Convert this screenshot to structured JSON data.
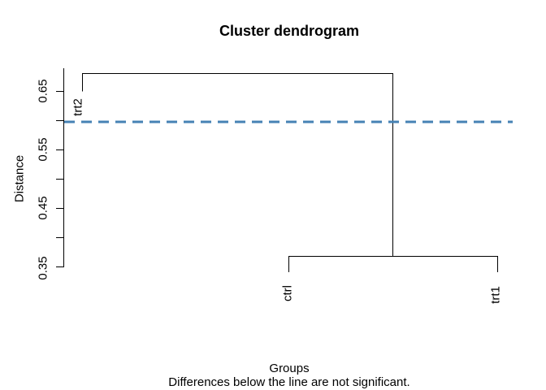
{
  "title": "Cluster dendrogram",
  "y_axis": {
    "label": "Distance",
    "tick_labels": [
      "0.65",
      "0.55",
      "0.45",
      "0.35"
    ]
  },
  "leaves": {
    "trt2": "trt2",
    "ctrl": "ctrl",
    "trt1": "trt1"
  },
  "footer": {
    "xlabel": "Groups",
    "note": "Differences below the line are not significant."
  },
  "colors": {
    "dendrogram_line": "#000000",
    "significance_line": "#4682B4",
    "background": "#ffffff"
  },
  "chart_data": {
    "type": "dendrogram",
    "title": "Cluster dendrogram",
    "xlabel": "Groups",
    "ylabel": "Distance",
    "annotation": "Differences below the line are not significant.",
    "leaves": [
      "trt2",
      "ctrl",
      "trt1"
    ],
    "merges": [
      {
        "members": [
          "ctrl",
          "trt1"
        ],
        "height": 0.37
      },
      {
        "members": [
          "trt2",
          "ctrl+trt1"
        ],
        "height": 0.68
      }
    ],
    "leaf_hang_bottoms": {
      "trt2": 0.648,
      "ctrl": 0.34,
      "trt1": 0.34
    },
    "significance_line": {
      "value": 0.6,
      "style": "dashed",
      "width": 3,
      "color": "#4682B4"
    },
    "ylim": [
      0.35,
      0.68
    ],
    "yticks_labeled": [
      0.65,
      0.55,
      0.45,
      0.35
    ],
    "yticks_unlabeled": [
      0.6,
      0.5,
      0.4
    ],
    "grid": false,
    "legend": false
  }
}
